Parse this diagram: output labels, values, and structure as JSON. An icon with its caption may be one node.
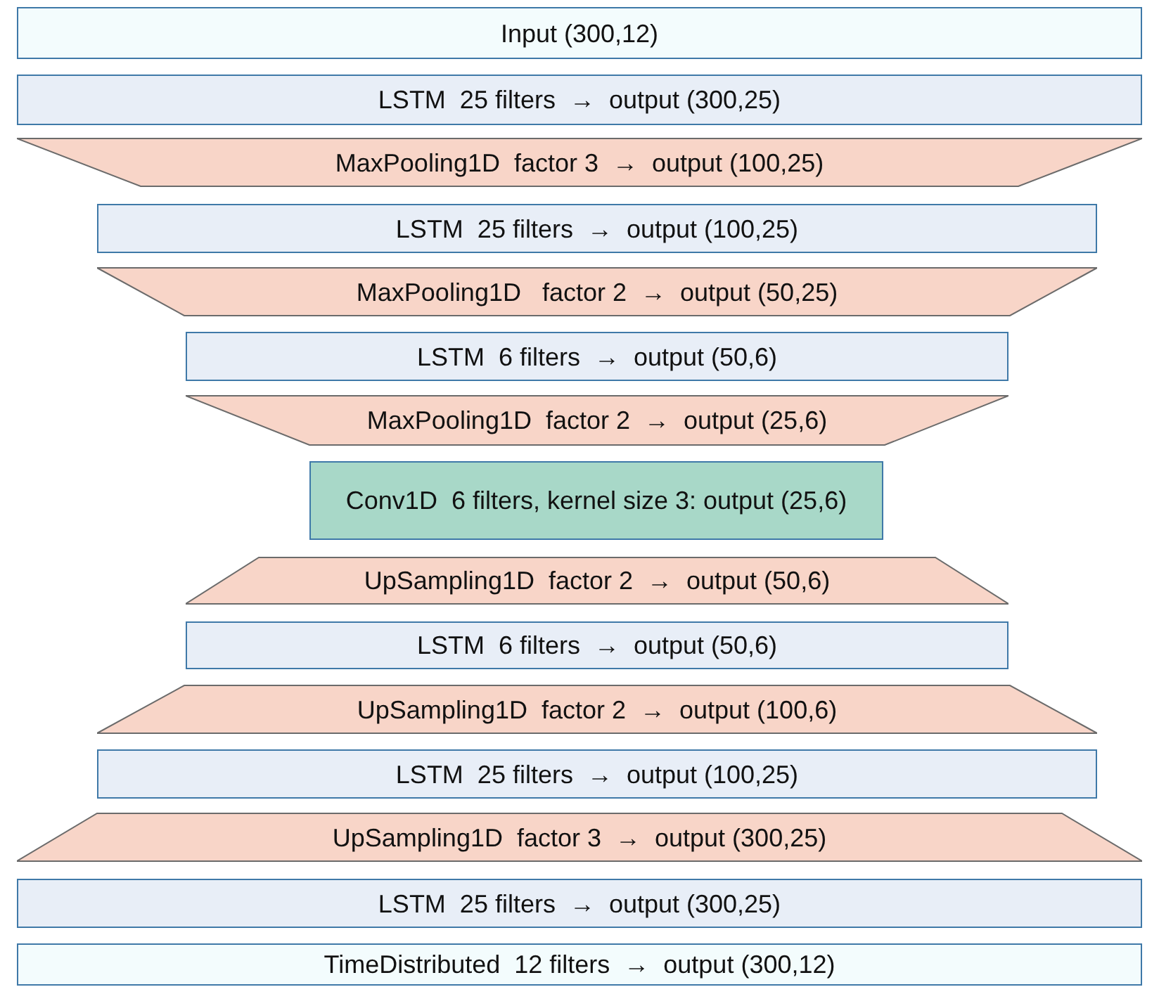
{
  "diagram": {
    "nodes": [
      {
        "text": [
          "Input (300,12)"
        ]
      },
      {
        "text": [
          "LSTM  25 filters  →  output (300,25)"
        ]
      },
      {
        "text": [
          "MaxPooling1D  factor 3  →  output (100,25)"
        ]
      },
      {
        "text": [
          "LSTM  25 filters  →  output (100,25)"
        ]
      },
      {
        "text": [
          "MaxPooling1D   factor 2  →  output (50,25)"
        ]
      },
      {
        "text": [
          "LSTM  6 filters  →  output (50,6)"
        ]
      },
      {
        "text": [
          "MaxPooling1D  factor 2  →  output (25,6)"
        ]
      },
      {
        "text": [
          "Conv1D  6 filters, kernel size 3: output (25,6)"
        ]
      },
      {
        "text": [
          "UpSampling1D  factor 2  →  output (50,6)"
        ]
      },
      {
        "text": [
          "LSTM  6 filters  →  output (50,6)"
        ]
      },
      {
        "text": [
          "UpSampling1D  factor 2  →  output (100,6)"
        ]
      },
      {
        "text": [
          "LSTM  25 filters  →  output (100,25)"
        ]
      },
      {
        "text": [
          "UpSampling1D  factor 3  →  output (300,25)"
        ]
      },
      {
        "text": [
          "LSTM  25 filters  →  output (300,25)"
        ]
      },
      {
        "text": [
          "TimeDistributed  12 filters  →  output (300,12)"
        ]
      }
    ]
  }
}
